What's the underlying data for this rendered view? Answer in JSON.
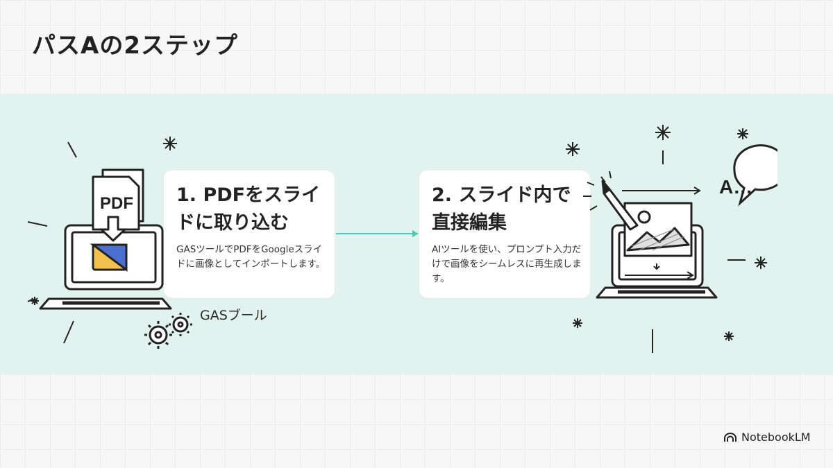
{
  "title": "パスAの2ステップ",
  "steps": [
    {
      "heading": "1. PDFをスライドに取り込む",
      "body": "GASツールでPDFをGoogleスライドに画像としてインポートします。"
    },
    {
      "heading": "2. スライド内で直接編集",
      "body": "AIツールを使い、プロンプト入力だけで画像をシームレスに再生成します。"
    }
  ],
  "left_illustration": {
    "document_label": "PDF",
    "icons": [
      "laptop-icon",
      "pdf-document-icon",
      "arrow-down-icon",
      "slides-icon",
      "gears-icon",
      "sparkle-icon"
    ]
  },
  "gas_label": "GASブール",
  "right_illustration": {
    "speech_label": "A…",
    "icons": [
      "laptop-icon",
      "image-icon",
      "pen-icon",
      "speech-bubble-icon",
      "arrow-right-icon",
      "sparkle-icon"
    ]
  },
  "brand": {
    "name": "NotebookLM",
    "icon": "notebooklm-logo-icon"
  },
  "colors": {
    "band": "#e2f3ef",
    "connector": "#4ec9b4",
    "slides_blue": "#4a6fd1",
    "slides_yellow": "#f2c14e"
  }
}
